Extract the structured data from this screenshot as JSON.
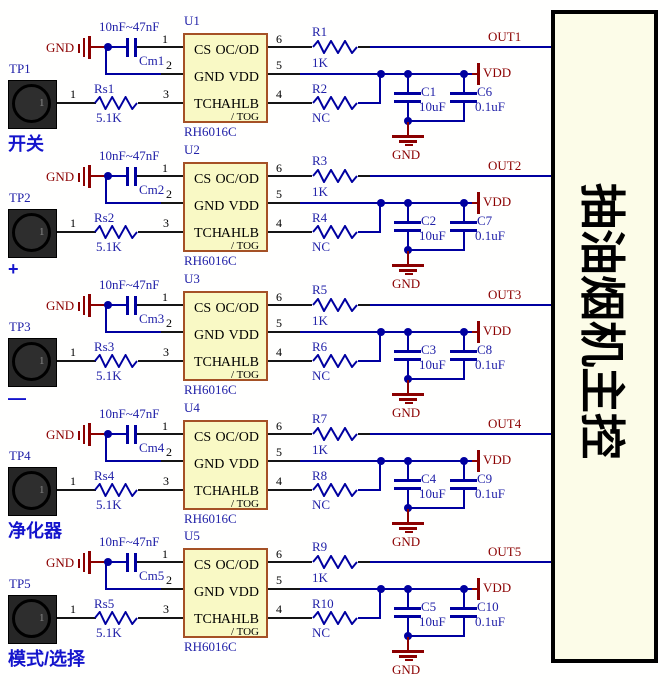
{
  "colors": {
    "wire_blue": "#0000A0",
    "designator_blue": "#2121A8",
    "power_dark_red": "#8B0000",
    "function_label_blue": "#1414CC",
    "chip_fill": "#F9F9C5",
    "chip_border": "#A55126",
    "block_fill": "#FCFCE8",
    "block_border": "#000000",
    "touch_pad_fill": "#262626"
  },
  "main_block": {
    "title": "抽油烟机主控"
  },
  "labels": {
    "cap_range": "10nF~47nF",
    "tp_pin": "1"
  },
  "power": {
    "gnd": "GND",
    "vdd": "VDD"
  },
  "chip": {
    "part": "RH6016C",
    "cs": "CS",
    "oc_od": "OC/OD",
    "gnd": "GND",
    "vdd": "VDD",
    "tch": "TCH",
    "ahlb": "AHLB",
    "tog": "/ TOG",
    "pins": {
      "p1": "1",
      "p2": "2",
      "p3": "3",
      "p4": "4",
      "p5": "5",
      "p6": "6"
    }
  },
  "channels": [
    {
      "function_label": "开关",
      "tp_name": "TP1",
      "series_res": {
        "name": "Rs1",
        "value": "5.1K"
      },
      "coupling_cap": {
        "name": "Cm1"
      },
      "ic": {
        "designator": "U1"
      },
      "out_res": {
        "name": "R1",
        "value": "1K"
      },
      "option_res": {
        "name": "R2",
        "value": "NC"
      },
      "bulk_cap": {
        "name": "C1",
        "value": "10uF"
      },
      "bypass_cap": {
        "name": "C6",
        "value": "0.1uF"
      },
      "out_net": "OUT1"
    },
    {
      "function_label": "+",
      "tp_name": "TP2",
      "series_res": {
        "name": "Rs2",
        "value": "5.1K"
      },
      "coupling_cap": {
        "name": "Cm2"
      },
      "ic": {
        "designator": "U2"
      },
      "out_res": {
        "name": "R3",
        "value": "1K"
      },
      "option_res": {
        "name": "R4",
        "value": "NC"
      },
      "bulk_cap": {
        "name": "C2",
        "value": "10uF"
      },
      "bypass_cap": {
        "name": "C7",
        "value": "0.1uF"
      },
      "out_net": "OUT2"
    },
    {
      "function_label": "—",
      "tp_name": "TP3",
      "series_res": {
        "name": "Rs3",
        "value": "5.1K"
      },
      "coupling_cap": {
        "name": "Cm3"
      },
      "ic": {
        "designator": "U3"
      },
      "out_res": {
        "name": "R5",
        "value": "1K"
      },
      "option_res": {
        "name": "R6",
        "value": "NC"
      },
      "bulk_cap": {
        "name": "C3",
        "value": "10uF"
      },
      "bypass_cap": {
        "name": "C8",
        "value": "0.1uF"
      },
      "out_net": "OUT3"
    },
    {
      "function_label": "净化器",
      "tp_name": "TP4",
      "series_res": {
        "name": "Rs4",
        "value": "5.1K"
      },
      "coupling_cap": {
        "name": "Cm4"
      },
      "ic": {
        "designator": "U4"
      },
      "out_res": {
        "name": "R7",
        "value": "1K"
      },
      "option_res": {
        "name": "R8",
        "value": "NC"
      },
      "bulk_cap": {
        "name": "C4",
        "value": "10uF"
      },
      "bypass_cap": {
        "name": "C9",
        "value": "0.1uF"
      },
      "out_net": "OUT4"
    },
    {
      "function_label": "模式/选择",
      "tp_name": "TP5",
      "series_res": {
        "name": "Rs5",
        "value": "5.1K"
      },
      "coupling_cap": {
        "name": "Cm5"
      },
      "ic": {
        "designator": "U5"
      },
      "out_res": {
        "name": "R9",
        "value": "1K"
      },
      "option_res": {
        "name": "R10",
        "value": "NC"
      },
      "bulk_cap": {
        "name": "C5",
        "value": "10uF"
      },
      "bypass_cap": {
        "name": "C10",
        "value": "0.1uF"
      },
      "out_net": "OUT5"
    }
  ]
}
